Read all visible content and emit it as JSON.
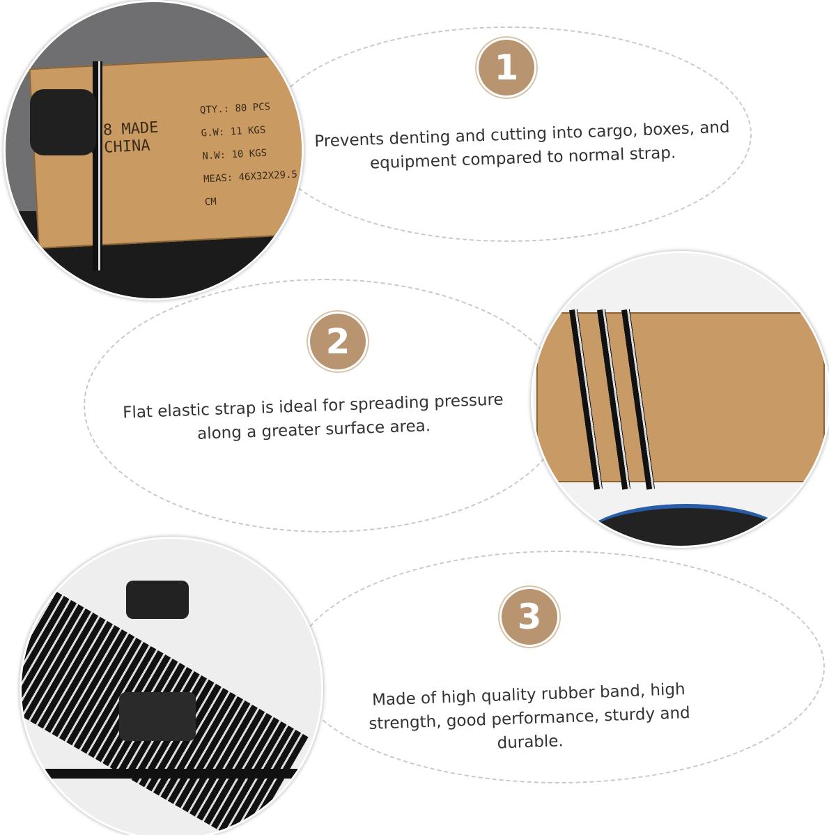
{
  "accent_color": "#b89470",
  "features": [
    {
      "number": "1",
      "text": "Prevents denting and cutting into cargo, boxes, and equipment compared to normal strap."
    },
    {
      "number": "2",
      "text": "Flat elastic strap is ideal for spreading pressure along a greater surface area."
    },
    {
      "number": "3",
      "text": "Made of high quality rubber band, high strength, good performance, sturdy and durable."
    }
  ],
  "photo1_box_print": {
    "qty": "QTY.: 80 PCS",
    "gw": "G.W: 11 KGS",
    "nw": "N.W: 10 KGS",
    "meas": "MEAS: 46X32X29.5 CM",
    "side": "7588 MADE IN CHINA"
  }
}
